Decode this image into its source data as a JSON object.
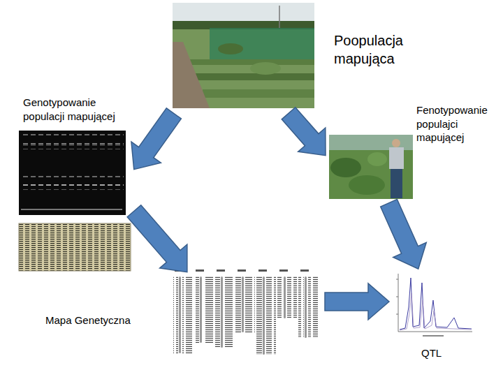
{
  "diagram": {
    "nodes": [
      {
        "text": [
          "Poopulacja mapująca"
        ]
      },
      {
        "text": [
          "Genotypowanie populacji mapującej"
        ]
      },
      {
        "text": [
          "Fenotypowanie populajci mapującej"
        ]
      },
      {
        "text": [
          "Mapa Genetyczna"
        ]
      },
      {
        "text": [
          "QTL"
        ]
      }
    ],
    "edges": [
      {
        "from": 0,
        "to": 1,
        "arrow": "to"
      },
      {
        "from": 0,
        "to": 2,
        "arrow": "to"
      },
      {
        "from": 1,
        "to": 3,
        "arrow": "to"
      },
      {
        "from": 2,
        "to": 4,
        "arrow": "to"
      },
      {
        "from": 3,
        "to": 4,
        "arrow": "to"
      }
    ]
  }
}
